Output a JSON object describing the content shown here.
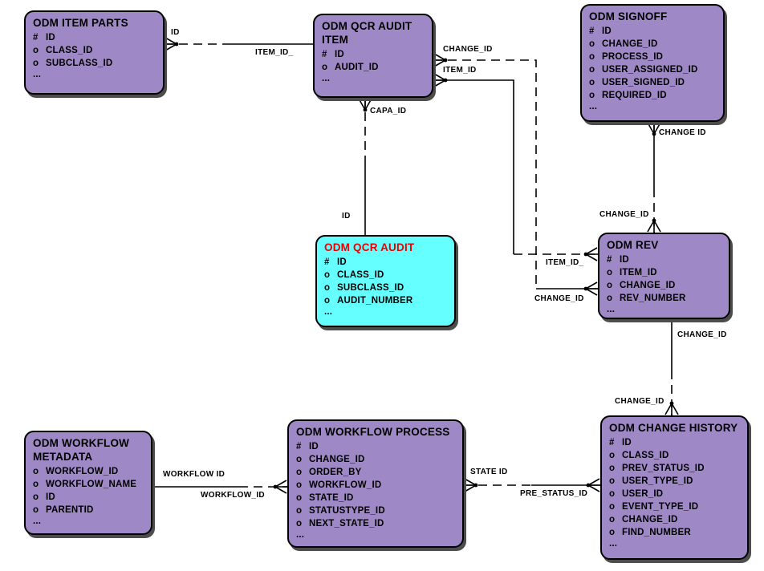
{
  "diagram_title": "ODM QCR AUDIT entity relationship diagram",
  "colors": {
    "entity_fill": "#9E88C5",
    "entity_border": "#000000",
    "highlight_fill": "#66FFFF",
    "highlight_title": "#EE0000",
    "connector": "#000000",
    "shadow": "#4D4D4D",
    "background": "#FFFFFF"
  },
  "entities": {
    "item_parts": {
      "title": "ODM ITEM PARTS",
      "attrs": [
        [
          "#",
          "ID"
        ],
        [
          "o",
          "CLASS_ID"
        ],
        [
          "o",
          "SUBCLASS_ID"
        ]
      ],
      "more": "..."
    },
    "qcr_audit_item": {
      "title": "ODM QCR AUDIT ITEM",
      "attrs": [
        [
          "#",
          "ID"
        ],
        [
          "o",
          "AUDIT_ID"
        ]
      ],
      "more": "..."
    },
    "signoff": {
      "title": "ODM SIGNOFF",
      "attrs": [
        [
          "#",
          "ID"
        ],
        [
          "o",
          "CHANGE_ID"
        ],
        [
          "o",
          "PROCESS_ID"
        ],
        [
          "o",
          "USER_ASSIGNED_ID"
        ],
        [
          "o",
          "USER_SIGNED_ID"
        ],
        [
          "o",
          "REQUIRED_ID"
        ]
      ],
      "more": "..."
    },
    "qcr_audit": {
      "title": "ODM QCR AUDIT",
      "attrs": [
        [
          "#",
          "ID"
        ],
        [
          "o",
          "CLASS_ID"
        ],
        [
          "o",
          "SUBCLASS_ID"
        ],
        [
          "o",
          "AUDIT_NUMBER"
        ]
      ],
      "more": "..."
    },
    "rev": {
      "title": "ODM REV",
      "attrs": [
        [
          "#",
          "ID"
        ],
        [
          "o",
          "ITEM_ID"
        ],
        [
          "o",
          "CHANGE_ID"
        ],
        [
          "o",
          "REV_NUMBER"
        ]
      ],
      "more": "..."
    },
    "workflow_metadata": {
      "title": "ODM WORKFLOW METADATA",
      "attrs": [
        [
          "o",
          "WORKFLOW_ID"
        ],
        [
          "o",
          "WORKFLOW_NAME"
        ],
        [
          "o",
          "ID"
        ],
        [
          "o",
          "PARENTID"
        ]
      ],
      "more": "..."
    },
    "workflow_process": {
      "title": "ODM WORKFLOW PROCESS",
      "attrs": [
        [
          "#",
          "ID"
        ],
        [
          "o",
          "CHANGE_ID"
        ],
        [
          "o",
          "ORDER_BY"
        ],
        [
          "o",
          "WORKFLOW_ID"
        ],
        [
          "o",
          "STATE_ID"
        ],
        [
          "o",
          "STATUSTYPE_ID"
        ],
        [
          "o",
          "NEXT_STATE_ID"
        ]
      ],
      "more": "..."
    },
    "change_history": {
      "title": "ODM CHANGE HISTORY",
      "attrs": [
        [
          "#",
          "ID"
        ],
        [
          "o",
          "CLASS_ID"
        ],
        [
          "o",
          "PREV_STATUS_ID"
        ],
        [
          "o",
          "USER_TYPE_ID"
        ],
        [
          "o",
          "USER_ID"
        ],
        [
          "o",
          "EVENT_TYPE_ID"
        ],
        [
          "o",
          "CHANGE_ID"
        ],
        [
          "o",
          "FIND_NUMBER"
        ]
      ],
      "more": "..."
    }
  },
  "relationships": {
    "item_parts__audit_item": {
      "near_label": "ID",
      "far_label": "ITEM_ID_"
    },
    "audit_item__rev_change": {
      "near_label": "CHANGE_ID",
      "far_label": "CHANGE_ID"
    },
    "audit_item__rev_item": {
      "near_label": "ITEM_ID",
      "far_label": "ITEM_ID_"
    },
    "signoff__rev": {
      "near_label": "CHANGE ID",
      "far_label": "CHANGE_ID"
    },
    "rev__change_history": {
      "near_label": "CHANGE_ID",
      "far_label": "CHANGE_ID"
    },
    "audit_item__qcr_audit": {
      "near_label": "CAPA_ID",
      "far_label": "ID"
    },
    "workflow_metadata__workflow_process": {
      "near_label": "WORKFLOW ID",
      "far_label": "WORKFLOW_ID"
    },
    "workflow_process__change_history": {
      "near_label": "STATE ID",
      "far_label": "PRE_STATUS_ID"
    }
  }
}
